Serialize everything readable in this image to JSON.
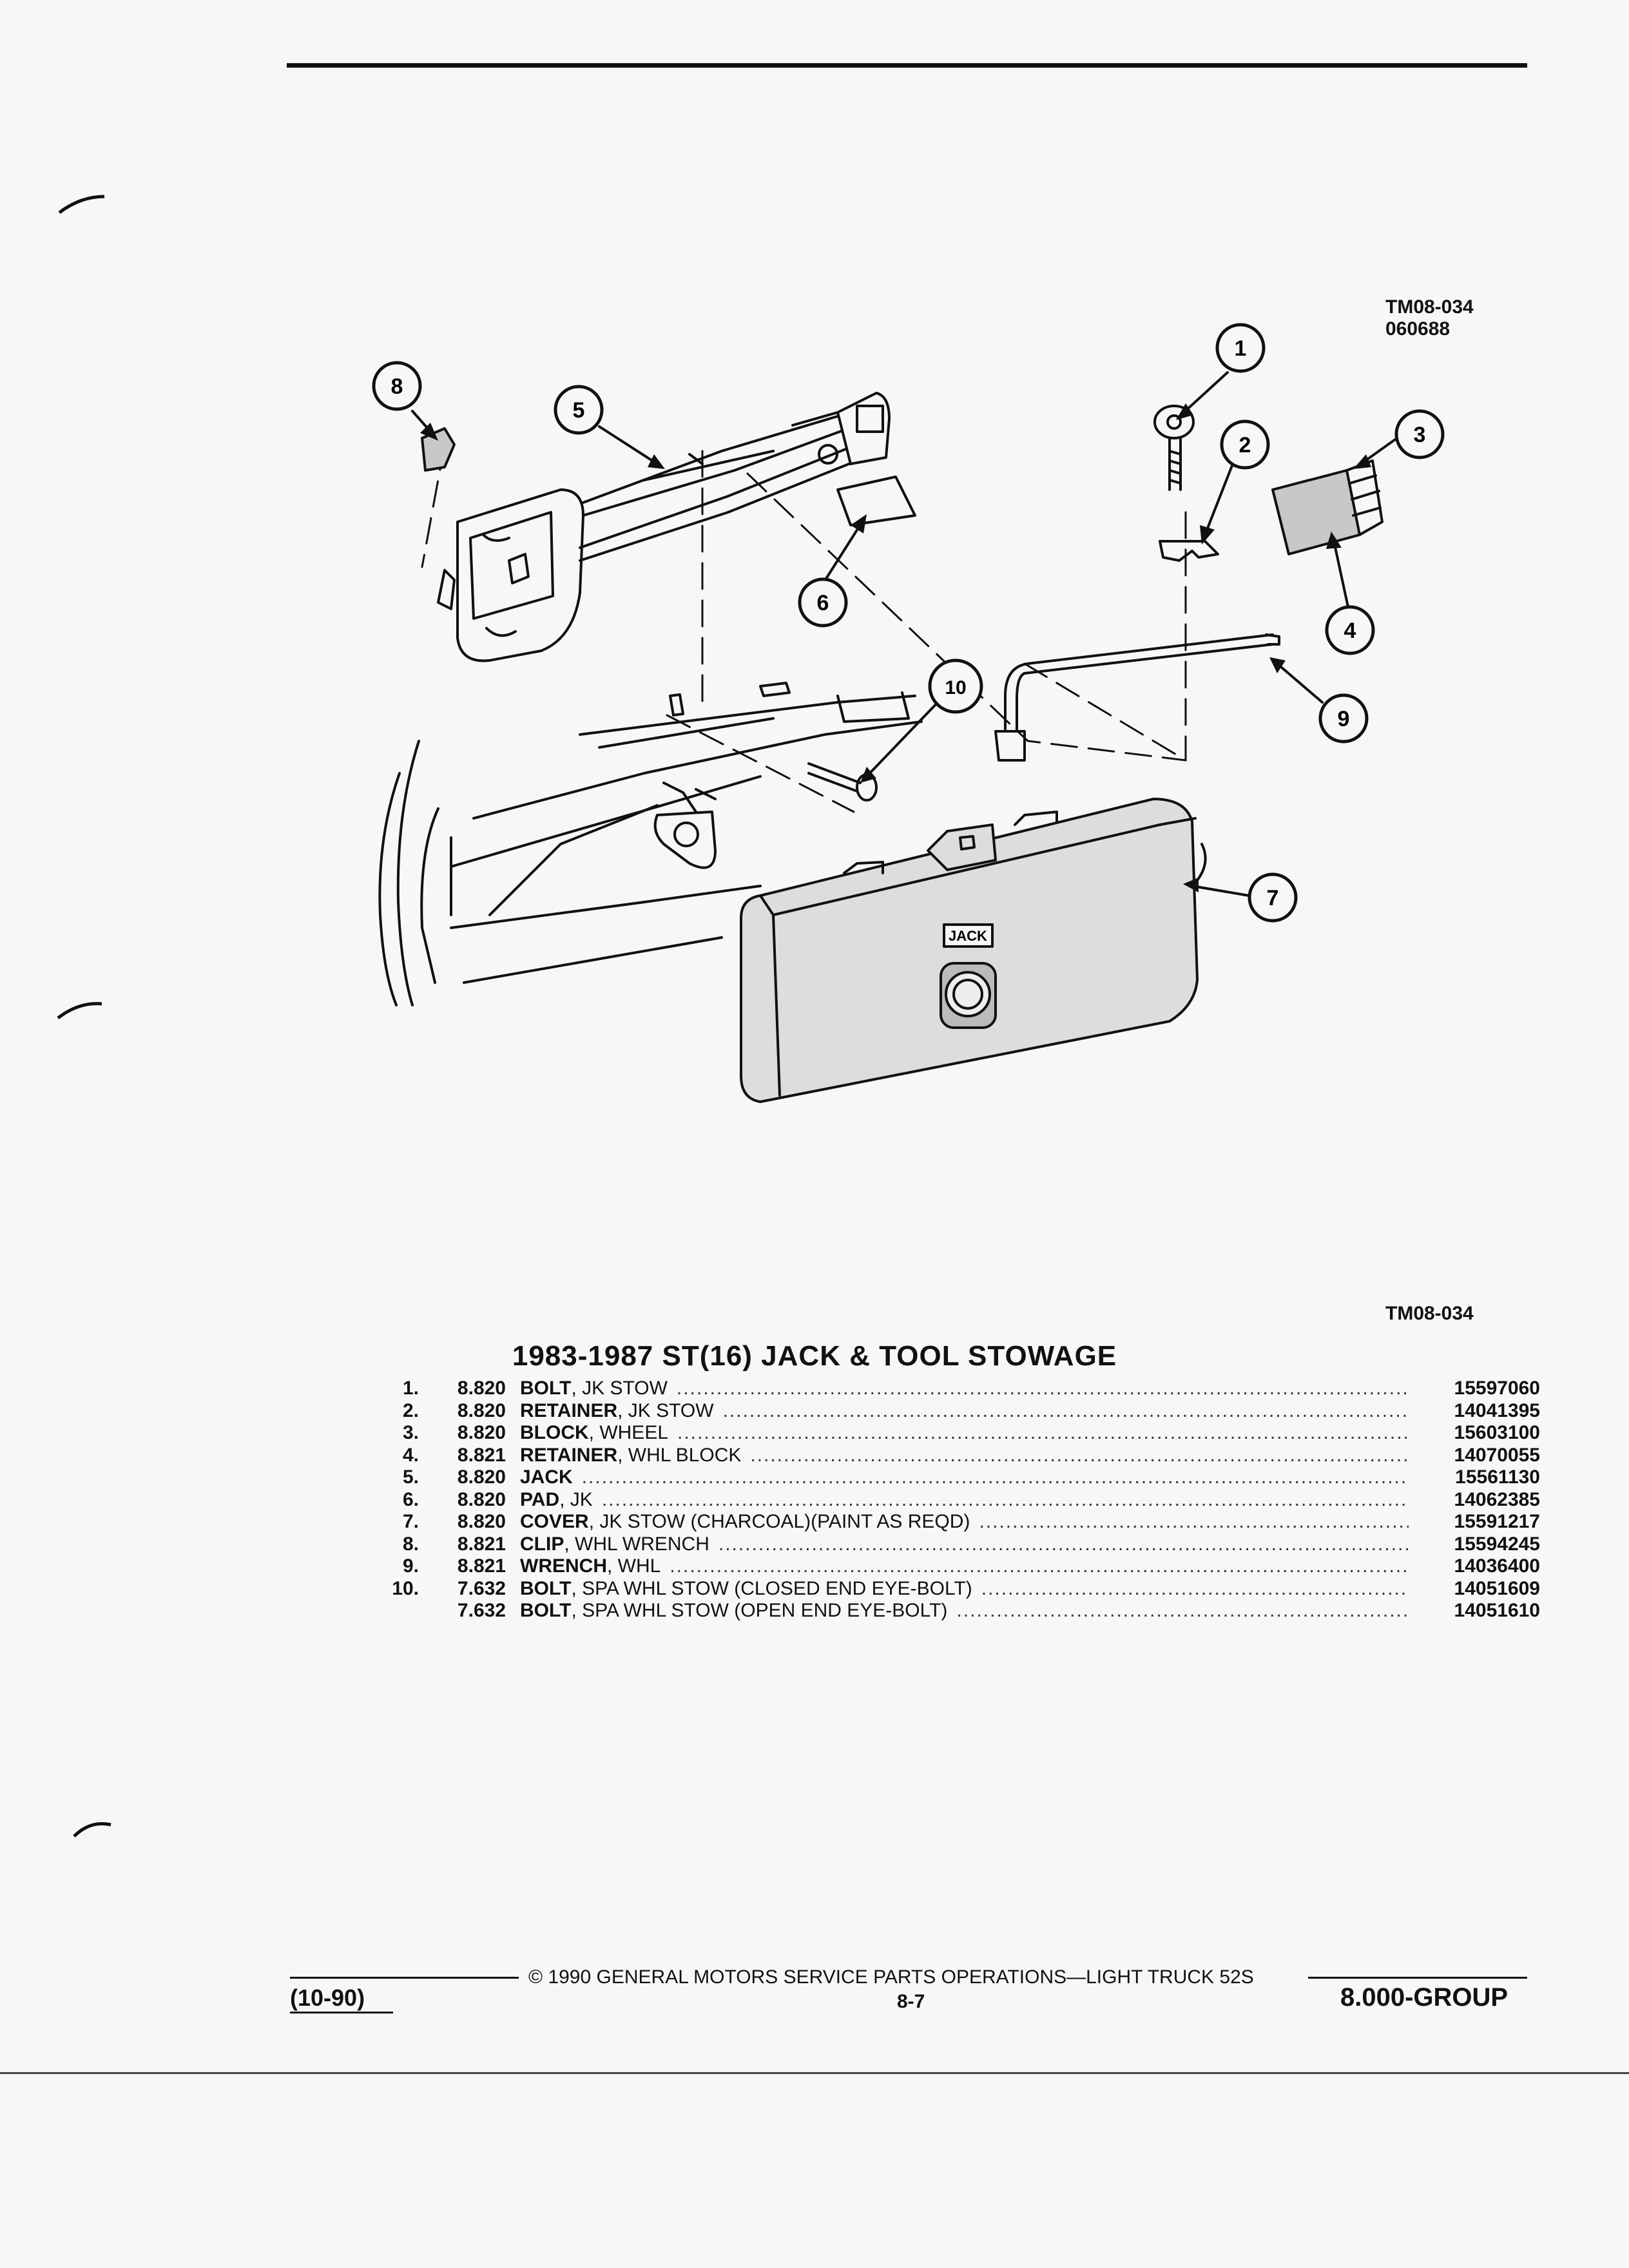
{
  "figure": {
    "code_top": "TM08-034",
    "date_code": "060688",
    "code_bottom": "TM08-034",
    "jack_label": "JACK",
    "callouts": [
      "1",
      "2",
      "3",
      "4",
      "5",
      "6",
      "7",
      "8",
      "9",
      "10"
    ]
  },
  "title": "1983-1987 ST(16) JACK & TOOL STOWAGE",
  "parts": [
    {
      "num": "1.",
      "group": "8.820",
      "name": "BOLT",
      "desc": ", JK STOW",
      "part_no": "15597060"
    },
    {
      "num": "2.",
      "group": "8.820",
      "name": "RETAINER",
      "desc": ", JK STOW",
      "part_no": "14041395"
    },
    {
      "num": "3.",
      "group": "8.820",
      "name": "BLOCK",
      "desc": ", WHEEL",
      "part_no": "15603100"
    },
    {
      "num": "4.",
      "group": "8.821",
      "name": "RETAINER",
      "desc": ", WHL BLOCK",
      "part_no": "14070055"
    },
    {
      "num": "5.",
      "group": "8.820",
      "name": "JACK",
      "desc": "",
      "part_no": "15561130"
    },
    {
      "num": "6.",
      "group": "8.820",
      "name": "PAD",
      "desc": ", JK",
      "part_no": "14062385"
    },
    {
      "num": "7.",
      "group": "8.820",
      "name": "COVER",
      "desc": ", JK STOW (CHARCOAL)(PAINT AS REQD)",
      "part_no": "15591217"
    },
    {
      "num": "8.",
      "group": "8.821",
      "name": "CLIP",
      "desc": ", WHL WRENCH",
      "part_no": "15594245"
    },
    {
      "num": "9.",
      "group": "8.821",
      "name": "WRENCH",
      "desc": ", WHL",
      "part_no": "14036400"
    },
    {
      "num": "10.",
      "group": "7.632",
      "name": "BOLT",
      "desc": ", SPA WHL STOW (CLOSED END EYE-BOLT)",
      "part_no": "14051609"
    },
    {
      "num": "",
      "group": "7.632",
      "name": "BOLT",
      "desc": ", SPA WHL STOW (OPEN END EYE-BOLT)",
      "part_no": "14051610"
    }
  ],
  "footer": {
    "copyright": "© 1990 GENERAL MOTORS SERVICE PARTS OPERATIONS—LIGHT TRUCK 52S",
    "date": "(10-90)",
    "page": "8-7",
    "group": "8.000-GROUP"
  }
}
